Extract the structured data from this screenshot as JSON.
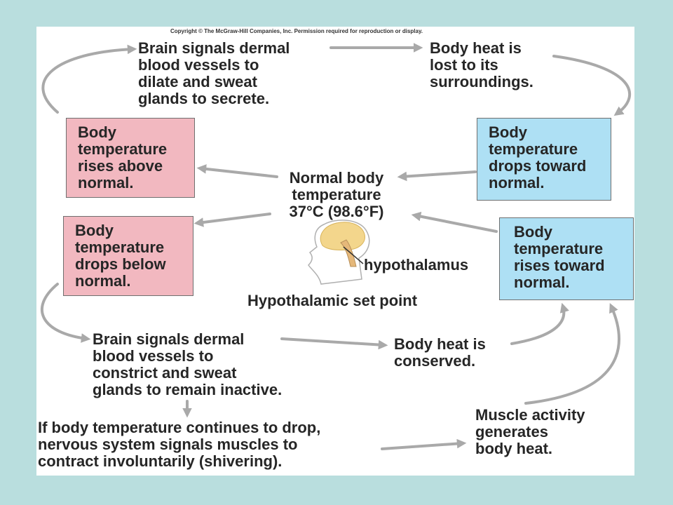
{
  "copyright": "Copyright © The McGraw-Hill Companies, Inc. Permission required for reproduction or display.",
  "top": {
    "brain_signals_dilate": "Brain signals dermal\nblood vessels to\ndilate and sweat\nglands to secrete.",
    "heat_lost": "Body heat is\nlost to its\nsurroundings."
  },
  "boxes": {
    "rises_above": "Body\ntemperature\nrises above\nnormal.",
    "drops_toward": "Body\ntemperature\ndrops toward\nnormal.",
    "drops_below": "Body\ntemperature\ndrops below\nnormal.",
    "rises_toward": "Body\ntemperature\nrises toward\nnormal."
  },
  "center": {
    "normal_temp": "Normal body\ntemperature\n37°C (98.6°F)",
    "hypothalamus": "hypothalamus",
    "set_point": "Hypothalamic set point"
  },
  "bottom": {
    "brain_signals_constrict": "Brain signals dermal\nblood vessels to\nconstrict and sweat\nglands to remain inactive.",
    "heat_conserved": "Body heat is\nconserved.",
    "shivering": "If body temperature continues to drop,\nnervous system signals muscles to\ncontract involuntarily (shivering).",
    "muscle_heat": "Muscle activity\ngenerates\nbody heat."
  },
  "colors": {
    "background": "#b9dede",
    "warm_box": "#f2b8c0",
    "cool_box": "#aee0f4",
    "arrow": "#a9a9a9",
    "brain": "#f3d68c"
  }
}
